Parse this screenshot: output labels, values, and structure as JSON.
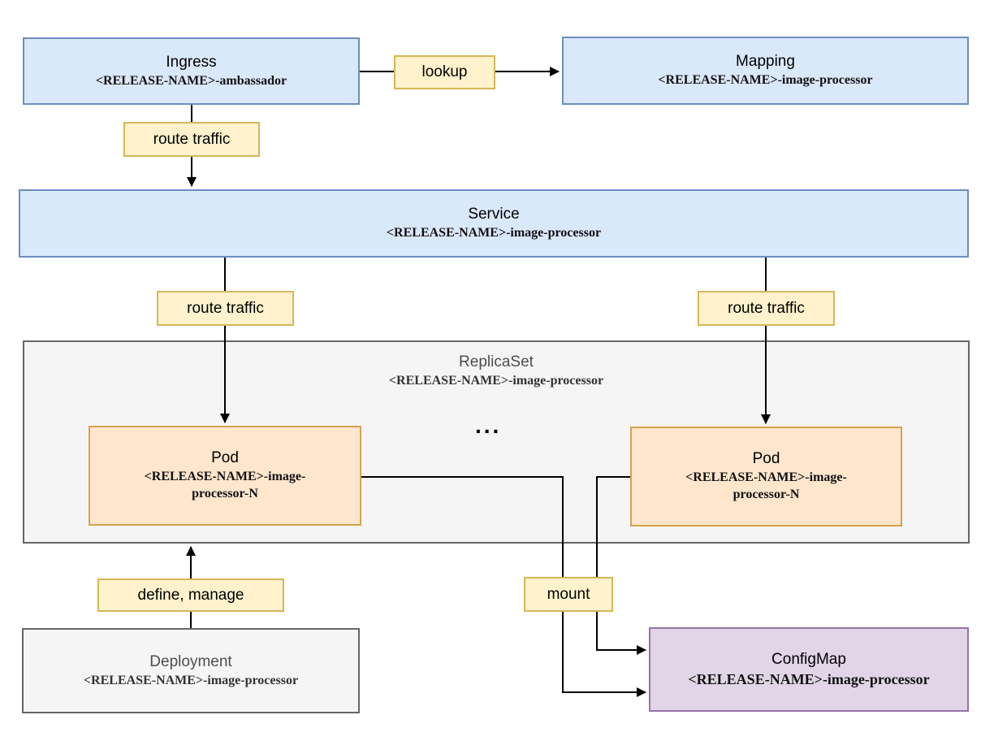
{
  "diagram": {
    "nodes": {
      "ingress": {
        "title": "Ingress",
        "subtitle": "<RELEASE-NAME>-ambassador"
      },
      "mapping": {
        "title": "Mapping",
        "subtitle": "<RELEASE-NAME>-image-processor"
      },
      "service": {
        "title": "Service",
        "subtitle": "<RELEASE-NAME>-image-processor"
      },
      "replicaset": {
        "title": "ReplicaSet",
        "subtitle": "<RELEASE-NAME>-image-processor"
      },
      "pod_left": {
        "title": "Pod",
        "subtitle": "<RELEASE-NAME>-image-processor-N"
      },
      "pod_right": {
        "title": "Pod",
        "subtitle": "<RELEASE-NAME>-image-processor-N"
      },
      "deployment": {
        "title": "Deployment",
        "subtitle": "<RELEASE-NAME>-image-processor"
      },
      "configmap": {
        "title": "ConfigMap",
        "subtitle": "<RELEASE-NAME>-image-processor"
      }
    },
    "edge_labels": {
      "lookup": "lookup",
      "route_traffic_ingress": "route traffic",
      "route_traffic_left": "route traffic",
      "route_traffic_right": "route traffic",
      "define_manage": "define, manage",
      "mount": "mount"
    },
    "ellipsis": "...",
    "colors": {
      "blue_fill": "#dae8fc",
      "blue_border": "#6c8ebf",
      "yellow_fill": "#fff2cc",
      "yellow_border": "#d6b656",
      "orange_fill": "#ffe6cc",
      "orange_border": "#d6a24f",
      "gray_fill": "#f5f5f5",
      "gray_border": "#666666",
      "purple_fill": "#e1d5e7",
      "purple_border": "#9673a6",
      "line": "#000000"
    }
  }
}
